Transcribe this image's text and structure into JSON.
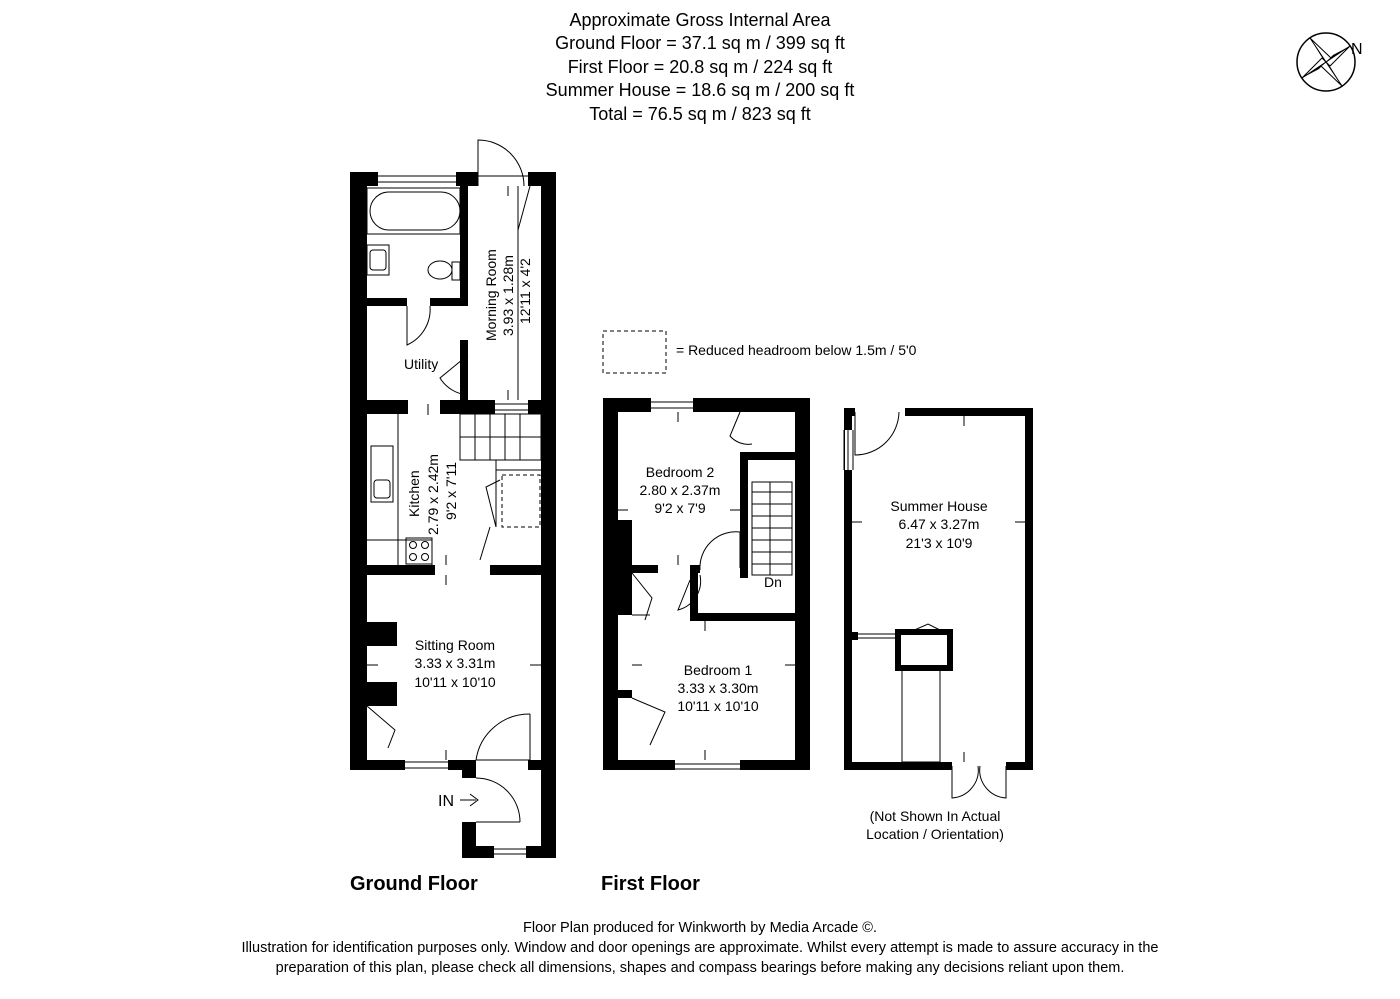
{
  "header": {
    "line1": "Approximate Gross Internal Area",
    "line2": "Ground Floor = 37.1 sq m / 399 sq ft",
    "line3": "First Floor = 20.8 sq m / 224 sq ft",
    "line4": "Summer House = 18.6 sq m / 200 sq ft",
    "line5": "Total = 76.5 sq m / 823 sq ft"
  },
  "compass": {
    "label": "N"
  },
  "legend": {
    "text": "= Reduced headroom below 1.5m / 5'0"
  },
  "rooms": {
    "morning_room": {
      "name": "Morning Room",
      "metric": "3.93 x 1.28m",
      "imperial": "12'11 x 4'2"
    },
    "utility": {
      "name": "Utility"
    },
    "kitchen": {
      "name": "Kitchen",
      "metric": "2.79 x 2.42m",
      "imperial": "9'2 x 7'11"
    },
    "sitting_room": {
      "name": "Sitting Room",
      "metric": "3.33 x 3.31m",
      "imperial": "10'11 x 10'10"
    },
    "bedroom2": {
      "name": "Bedroom 2",
      "metric": "2.80 x 2.37m",
      "imperial": "9'2 x 7'9"
    },
    "bedroom1": {
      "name": "Bedroom 1",
      "metric": "3.33 x 3.30m",
      "imperial": "10'11 x 10'10"
    },
    "summer_house": {
      "name": "Summer House",
      "metric": "6.47 x 3.27m",
      "imperial": "21'3 x 10'9"
    }
  },
  "labels": {
    "entrance": "IN",
    "stairs_down": "Dn",
    "note_line1": "(Not Shown In Actual",
    "note_line2": "Location / Orientation)",
    "ground_floor": "Ground Floor",
    "first_floor": "First Floor"
  },
  "footer": {
    "line1": "Floor Plan produced for Winkworth by Media Arcade ©.",
    "line2": "Illustration for identification purposes only. Window and door openings are approximate. Whilst every attempt is made to assure accuracy in the",
    "line3": "preparation of this plan, please check all dimensions, shapes and compass bearings before making any decisions reliant upon them."
  }
}
